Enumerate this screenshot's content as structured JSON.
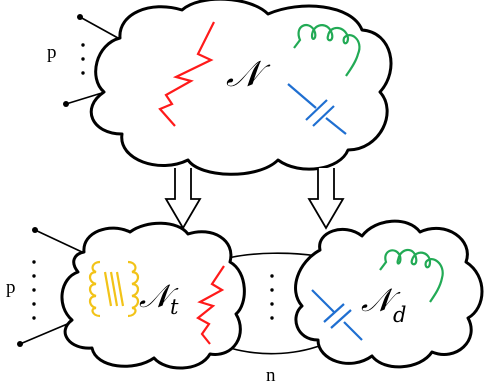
{
  "labels": {
    "top_ports": "p",
    "bottom_ports": "p",
    "connections": "n",
    "network_N": "𝒩",
    "network_Nt_base": "𝒩",
    "network_Nt_sub": "t",
    "network_Nd_base": "𝒩",
    "network_Nd_sub": "d"
  },
  "colors": {
    "resistor": "#ff1a1a",
    "inductor_green": "#22aa55",
    "capacitor": "#1f6fd1",
    "transformer": "#f2c318",
    "outline": "#000000"
  },
  "icons": {
    "arrows": "hollow-double-arrow-down",
    "ports": "dot-terminals"
  }
}
